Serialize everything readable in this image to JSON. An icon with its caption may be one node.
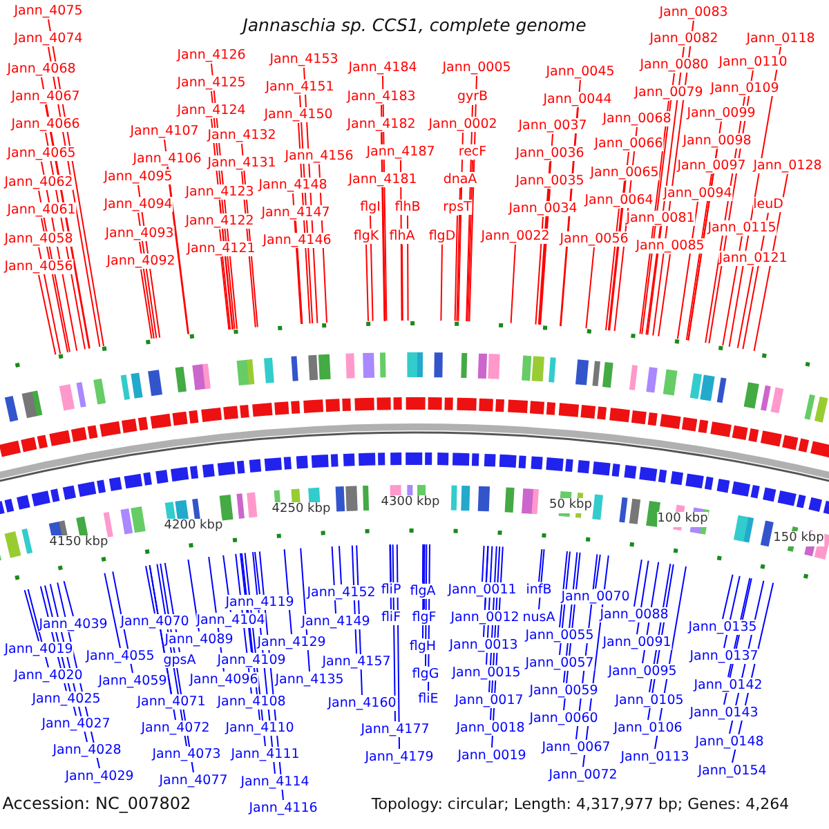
{
  "diagram": {
    "title": "Jannaschia sp. CCS1, complete genome",
    "nodes": [
      {
        "text": [
          "Jann_4075"
        ]
      },
      {
        "text": [
          "Jann_4074"
        ]
      },
      {
        "text": [
          "Jann_4068"
        ]
      },
      {
        "text": [
          "Jann_4067"
        ]
      },
      {
        "text": [
          "Jann_4066"
        ]
      },
      {
        "text": [
          "Jann_4065"
        ]
      },
      {
        "text": [
          "Jann_4062"
        ]
      },
      {
        "text": [
          "Jann_4061"
        ]
      },
      {
        "text": [
          "Jann_4058"
        ]
      },
      {
        "text": [
          "Jann_4056"
        ]
      },
      {
        "text": [
          "Jann_4107"
        ]
      },
      {
        "text": [
          "Jann_4106"
        ]
      },
      {
        "text": [
          "Jann_4095"
        ]
      },
      {
        "text": [
          "Jann_4094"
        ]
      },
      {
        "text": [
          "Jann_4093"
        ]
      },
      {
        "text": [
          "Jann_4092"
        ]
      },
      {
        "text": [
          "Jann_4126"
        ]
      },
      {
        "text": [
          "Jann_4125"
        ]
      },
      {
        "text": [
          "Jann_4124"
        ]
      },
      {
        "text": [
          "Jann_4132"
        ]
      },
      {
        "text": [
          "Jann_4131"
        ]
      },
      {
        "text": [
          "Jann_4123"
        ]
      },
      {
        "text": [
          "Jann_4122"
        ]
      },
      {
        "text": [
          "Jann_4121"
        ]
      },
      {
        "text": [
          "Jann_4153"
        ]
      },
      {
        "text": [
          "Jann_4151"
        ]
      },
      {
        "text": [
          "Jann_4150"
        ]
      },
      {
        "text": [
          "Jann_4156"
        ]
      },
      {
        "text": [
          "Jann_4148"
        ]
      },
      {
        "text": [
          "Jann_4147"
        ]
      },
      {
        "text": [
          "Jann_4146"
        ]
      },
      {
        "text": [
          "Jann_4184"
        ]
      },
      {
        "text": [
          "Jann_4183"
        ]
      },
      {
        "text": [
          "Jann_4182"
        ]
      },
      {
        "text": [
          "Jann_4187"
        ]
      },
      {
        "text": [
          "Jann_4181"
        ]
      },
      {
        "text": [
          "flgI"
        ]
      },
      {
        "text": [
          "flhB"
        ]
      },
      {
        "text": [
          "flgK"
        ]
      },
      {
        "text": [
          "flhA"
        ]
      },
      {
        "text": [
          "Jann_0005"
        ]
      },
      {
        "text": [
          "gyrB"
        ]
      },
      {
        "text": [
          "Jann_0002"
        ]
      },
      {
        "text": [
          "recF"
        ]
      },
      {
        "text": [
          "dnaA"
        ]
      },
      {
        "text": [
          "rpsT"
        ]
      },
      {
        "text": [
          "flgD"
        ]
      },
      {
        "text": [
          "Jann_0022"
        ]
      },
      {
        "text": [
          "Jann_0045"
        ]
      },
      {
        "text": [
          "Jann_0044"
        ]
      },
      {
        "text": [
          "Jann_0037"
        ]
      },
      {
        "text": [
          "Jann_0036"
        ]
      },
      {
        "text": [
          "Jann_0035"
        ]
      },
      {
        "text": [
          "Jann_0034"
        ]
      },
      {
        "text": [
          "Jann_0056"
        ]
      },
      {
        "text": [
          "Jann_0068"
        ]
      },
      {
        "text": [
          "Jann_0066"
        ]
      },
      {
        "text": [
          "Jann_0065"
        ]
      },
      {
        "text": [
          "Jann_0064"
        ]
      },
      {
        "text": [
          "Jann_0083"
        ]
      },
      {
        "text": [
          "Jann_0082"
        ]
      },
      {
        "text": [
          "Jann_0080"
        ]
      },
      {
        "text": [
          "Jann_0079"
        ]
      },
      {
        "text": [
          "Jann_0099"
        ]
      },
      {
        "text": [
          "Jann_0098"
        ]
      },
      {
        "text": [
          "Jann_0097"
        ]
      },
      {
        "text": [
          "Jann_0094"
        ]
      },
      {
        "text": [
          "Jann_0081"
        ]
      },
      {
        "text": [
          "Jann_0085"
        ]
      },
      {
        "text": [
          "Jann_0118"
        ]
      },
      {
        "text": [
          "Jann_0110"
        ]
      },
      {
        "text": [
          "Jann_0109"
        ]
      },
      {
        "text": [
          "Jann_0128"
        ]
      },
      {
        "text": [
          "leuD"
        ]
      },
      {
        "text": [
          "Jann_0115"
        ]
      },
      {
        "text": [
          "Jann_0121"
        ]
      },
      {
        "text": [
          "Jann_4039"
        ]
      },
      {
        "text": [
          "Jann_4019"
        ]
      },
      {
        "text": [
          "Jann_4020"
        ]
      },
      {
        "text": [
          "Jann_4025"
        ]
      },
      {
        "text": [
          "Jann_4027"
        ]
      },
      {
        "text": [
          "Jann_4028"
        ]
      },
      {
        "text": [
          "Jann_4029"
        ]
      },
      {
        "text": [
          "Jann_4070"
        ]
      },
      {
        "text": [
          "Jann_4055"
        ]
      },
      {
        "text": [
          "Jann_4059"
        ]
      },
      {
        "text": [
          "Jann_4071"
        ]
      },
      {
        "text": [
          "Jann_4072"
        ]
      },
      {
        "text": [
          "Jann_4073"
        ]
      },
      {
        "text": [
          "Jann_4077"
        ]
      },
      {
        "text": [
          "Jann_4089"
        ]
      },
      {
        "text": [
          "gpsA"
        ]
      },
      {
        "text": [
          "Jann_4096"
        ]
      },
      {
        "text": [
          "Jann_4104"
        ]
      },
      {
        "text": [
          "Jann_4119"
        ]
      },
      {
        "text": [
          "Jann_4109"
        ]
      },
      {
        "text": [
          "Jann_4108"
        ]
      },
      {
        "text": [
          "Jann_4110"
        ]
      },
      {
        "text": [
          "Jann_4111"
        ]
      },
      {
        "text": [
          "Jann_4114"
        ]
      },
      {
        "text": [
          "Jann_4116"
        ]
      },
      {
        "text": [
          "Jann_4129"
        ]
      },
      {
        "text": [
          "Jann_4135"
        ]
      },
      {
        "text": [
          "Jann_4152"
        ]
      },
      {
        "text": [
          "Jann_4149"
        ]
      },
      {
        "text": [
          "Jann_4157"
        ]
      },
      {
        "text": [
          "Jann_4160"
        ]
      },
      {
        "text": [
          "Jann_4177"
        ]
      },
      {
        "text": [
          "Jann_4179"
        ]
      },
      {
        "text": [
          "fliP"
        ]
      },
      {
        "text": [
          "flgA"
        ]
      },
      {
        "text": [
          "fliF"
        ]
      },
      {
        "text": [
          "flgF"
        ]
      },
      {
        "text": [
          "flgH"
        ]
      },
      {
        "text": [
          "flgG"
        ]
      },
      {
        "text": [
          "fliE"
        ]
      },
      {
        "text": [
          "Jann_0011"
        ]
      },
      {
        "text": [
          "Jann_0012"
        ]
      },
      {
        "text": [
          "Jann_0013"
        ]
      },
      {
        "text": [
          "Jann_0015"
        ]
      },
      {
        "text": [
          "Jann_0017"
        ]
      },
      {
        "text": [
          "Jann_0018"
        ]
      },
      {
        "text": [
          "Jann_0019"
        ]
      },
      {
        "text": [
          "infB"
        ]
      },
      {
        "text": [
          "nusA"
        ]
      },
      {
        "text": [
          "Jann_0070"
        ]
      },
      {
        "text": [
          "Jann_0055"
        ]
      },
      {
        "text": [
          "Jann_0057"
        ]
      },
      {
        "text": [
          "Jann_0059"
        ]
      },
      {
        "text": [
          "Jann_0060"
        ]
      },
      {
        "text": [
          "Jann_0067"
        ]
      },
      {
        "text": [
          "Jann_0072"
        ]
      },
      {
        "text": [
          "Jann_0088"
        ]
      },
      {
        "text": [
          "Jann_0091"
        ]
      },
      {
        "text": [
          "Jann_0095"
        ]
      },
      {
        "text": [
          "Jann_0105"
        ]
      },
      {
        "text": [
          "Jann_0106"
        ]
      },
      {
        "text": [
          "Jann_0113"
        ]
      },
      {
        "text": [
          "Jann_0135"
        ]
      },
      {
        "text": [
          "Jann_0137"
        ]
      },
      {
        "text": [
          "Jann_0142"
        ]
      },
      {
        "text": [
          "Jann_0143"
        ]
      },
      {
        "text": [
          "Jann_0148"
        ]
      },
      {
        "text": [
          "Jann_0154"
        ]
      }
    ],
    "edges": [
      {
        "from": 0,
        "to": null,
        "arrow": "none"
      },
      {
        "from": 1,
        "to": null,
        "arrow": "none"
      },
      {
        "from": 2,
        "to": null,
        "arrow": "none"
      },
      {
        "from": 3,
        "to": null,
        "arrow": "none"
      },
      {
        "from": 4,
        "to": null,
        "arrow": "none"
      },
      {
        "from": 5,
        "to": null,
        "arrow": "none"
      },
      {
        "from": 6,
        "to": null,
        "arrow": "none"
      },
      {
        "from": 7,
        "to": null,
        "arrow": "none"
      },
      {
        "from": 8,
        "to": null,
        "arrow": "none"
      },
      {
        "from": 9,
        "to": null,
        "arrow": "none"
      },
      {
        "from": 10,
        "to": null,
        "arrow": "none"
      },
      {
        "from": 11,
        "to": null,
        "arrow": "none"
      },
      {
        "from": 12,
        "to": null,
        "arrow": "none"
      },
      {
        "from": 13,
        "to": null,
        "arrow": "none"
      },
      {
        "from": 14,
        "to": null,
        "arrow": "none"
      },
      {
        "from": 15,
        "to": null,
        "arrow": "none"
      },
      {
        "from": 16,
        "to": null,
        "arrow": "none"
      },
      {
        "from": 17,
        "to": null,
        "arrow": "none"
      },
      {
        "from": 18,
        "to": null,
        "arrow": "none"
      },
      {
        "from": 19,
        "to": null,
        "arrow": "none"
      },
      {
        "from": 20,
        "to": null,
        "arrow": "none"
      },
      {
        "from": 21,
        "to": null,
        "arrow": "none"
      },
      {
        "from": 22,
        "to": null,
        "arrow": "none"
      },
      {
        "from": 23,
        "to": null,
        "arrow": "none"
      },
      {
        "from": 24,
        "to": null,
        "arrow": "none"
      },
      {
        "from": 25,
        "to": null,
        "arrow": "none"
      },
      {
        "from": 26,
        "to": null,
        "arrow": "none"
      },
      {
        "from": 27,
        "to": null,
        "arrow": "none"
      },
      {
        "from": 28,
        "to": null,
        "arrow": "none"
      },
      {
        "from": 29,
        "to": null,
        "arrow": "none"
      },
      {
        "from": 30,
        "to": null,
        "arrow": "none"
      },
      {
        "from": 31,
        "to": null,
        "arrow": "none"
      },
      {
        "from": 32,
        "to": null,
        "arrow": "none"
      },
      {
        "from": 33,
        "to": null,
        "arrow": "none"
      },
      {
        "from": 34,
        "to": null,
        "arrow": "none"
      },
      {
        "from": 35,
        "to": null,
        "arrow": "none"
      },
      {
        "from": 36,
        "to": null,
        "arrow": "none"
      },
      {
        "from": 37,
        "to": null,
        "arrow": "none"
      },
      {
        "from": 38,
        "to": null,
        "arrow": "none"
      },
      {
        "from": 39,
        "to": null,
        "arrow": "none"
      },
      {
        "from": 40,
        "to": null,
        "arrow": "none"
      },
      {
        "from": 41,
        "to": null,
        "arrow": "none"
      },
      {
        "from": 42,
        "to": null,
        "arrow": "none"
      },
      {
        "from": 43,
        "to": null,
        "arrow": "none"
      },
      {
        "from": 44,
        "to": null,
        "arrow": "none"
      },
      {
        "from": 45,
        "to": null,
        "arrow": "none"
      },
      {
        "from": 46,
        "to": null,
        "arrow": "none"
      },
      {
        "from": 47,
        "to": null,
        "arrow": "none"
      },
      {
        "from": 48,
        "to": null,
        "arrow": "none"
      },
      {
        "from": 49,
        "to": null,
        "arrow": "none"
      },
      {
        "from": 50,
        "to": null,
        "arrow": "none"
      },
      {
        "from": 51,
        "to": null,
        "arrow": "none"
      },
      {
        "from": 52,
        "to": null,
        "arrow": "none"
      },
      {
        "from": 53,
        "to": null,
        "arrow": "none"
      },
      {
        "from": 54,
        "to": null,
        "arrow": "none"
      },
      {
        "from": 55,
        "to": null,
        "arrow": "none"
      },
      {
        "from": 56,
        "to": null,
        "arrow": "none"
      },
      {
        "from": 57,
        "to": null,
        "arrow": "none"
      },
      {
        "from": 58,
        "to": null,
        "arrow": "none"
      },
      {
        "from": 59,
        "to": null,
        "arrow": "none"
      },
      {
        "from": 60,
        "to": null,
        "arrow": "none"
      },
      {
        "from": 61,
        "to": null,
        "arrow": "none"
      },
      {
        "from": 62,
        "to": null,
        "arrow": "none"
      },
      {
        "from": 63,
        "to": null,
        "arrow": "none"
      },
      {
        "from": 64,
        "to": null,
        "arrow": "none"
      },
      {
        "from": 65,
        "to": null,
        "arrow": "none"
      },
      {
        "from": 66,
        "to": null,
        "arrow": "none"
      },
      {
        "from": 67,
        "to": null,
        "arrow": "none"
      },
      {
        "from": 68,
        "to": null,
        "arrow": "none"
      },
      {
        "from": 69,
        "to": null,
        "arrow": "none"
      },
      {
        "from": 70,
        "to": null,
        "arrow": "none"
      },
      {
        "from": 71,
        "to": null,
        "arrow": "none"
      },
      {
        "from": 72,
        "to": null,
        "arrow": "none"
      },
      {
        "from": 73,
        "to": null,
        "arrow": "none"
      },
      {
        "from": 74,
        "to": null,
        "arrow": "none"
      },
      {
        "from": 75,
        "to": null,
        "arrow": "none"
      },
      {
        "from": 76,
        "to": null,
        "arrow": "none",
        "color": "#0000ff"
      },
      {
        "from": 77,
        "to": null,
        "arrow": "none",
        "color": "#0000ff"
      },
      {
        "from": 78,
        "to": null,
        "arrow": "none",
        "color": "#0000ff"
      },
      {
        "from": 79,
        "to": null,
        "arrow": "none",
        "color": "#0000ff"
      },
      {
        "from": 80,
        "to": null,
        "arrow": "none",
        "color": "#0000ff"
      },
      {
        "from": 81,
        "to": null,
        "arrow": "none",
        "color": "#0000ff"
      },
      {
        "from": 82,
        "to": null,
        "arrow": "none",
        "color": "#0000ff"
      },
      {
        "from": 83,
        "to": null,
        "arrow": "none",
        "color": "#0000ff"
      },
      {
        "from": 84,
        "to": null,
        "arrow": "none",
        "color": "#0000ff"
      },
      {
        "from": 85,
        "to": null,
        "arrow": "none",
        "color": "#0000ff"
      },
      {
        "from": 86,
        "to": null,
        "arrow": "none",
        "color": "#0000ff"
      },
      {
        "from": 87,
        "to": null,
        "arrow": "none",
        "color": "#0000ff"
      },
      {
        "from": 88,
        "to": null,
        "arrow": "none",
        "color": "#0000ff"
      },
      {
        "from": 89,
        "to": null,
        "arrow": "none",
        "color": "#0000ff"
      },
      {
        "from": 90,
        "to": null,
        "arrow": "none",
        "color": "#0000ff"
      },
      {
        "from": 91,
        "to": null,
        "arrow": "none",
        "color": "#0000ff"
      },
      {
        "from": 92,
        "to": null,
        "arrow": "none",
        "color": "#0000ff"
      },
      {
        "from": 93,
        "to": null,
        "arrow": "none",
        "color": "#0000ff"
      },
      {
        "from": 94,
        "to": null,
        "arrow": "none",
        "color": "#0000ff"
      },
      {
        "from": 95,
        "to": null,
        "arrow": "none",
        "color": "#0000ff"
      },
      {
        "from": 96,
        "to": null,
        "arrow": "none",
        "color": "#0000ff"
      },
      {
        "from": 97,
        "to": null,
        "arrow": "none",
        "color": "#0000ff"
      },
      {
        "from": 98,
        "to": null,
        "arrow": "none",
        "color": "#0000ff"
      },
      {
        "from": 99,
        "to": null,
        "arrow": "none",
        "color": "#0000ff"
      },
      {
        "from": 100,
        "to": null,
        "arrow": "none",
        "color": "#0000ff"
      },
      {
        "from": 101,
        "to": null,
        "arrow": "none",
        "color": "#0000ff"
      },
      {
        "from": 102,
        "to": null,
        "arrow": "none",
        "color": "#0000ff"
      },
      {
        "from": 103,
        "to": null,
        "arrow": "none",
        "color": "#0000ff"
      },
      {
        "from": 104,
        "to": null,
        "arrow": "none",
        "color": "#0000ff"
      },
      {
        "from": 105,
        "to": null,
        "arrow": "none",
        "color": "#0000ff"
      },
      {
        "from": 106,
        "to": null,
        "arrow": "none",
        "color": "#0000ff"
      },
      {
        "from": 107,
        "to": null,
        "arrow": "none",
        "color": "#0000ff"
      },
      {
        "from": 108,
        "to": null,
        "arrow": "none",
        "color": "#0000ff"
      },
      {
        "from": 109,
        "to": null,
        "arrow": "none",
        "color": "#0000ff"
      },
      {
        "from": 110,
        "to": null,
        "arrow": "none",
        "color": "#0000ff"
      },
      {
        "from": 111,
        "to": null,
        "arrow": "none",
        "color": "#0000ff"
      },
      {
        "from": 112,
        "to": null,
        "arrow": "none",
        "color": "#0000ff"
      },
      {
        "from": 113,
        "to": null,
        "arrow": "none",
        "color": "#0000ff"
      },
      {
        "from": 114,
        "to": null,
        "arrow": "none",
        "color": "#0000ff"
      },
      {
        "from": 115,
        "to": null,
        "arrow": "none",
        "color": "#0000ff"
      },
      {
        "from": 116,
        "to": null,
        "arrow": "none",
        "color": "#0000ff"
      },
      {
        "from": 117,
        "to": null,
        "arrow": "none",
        "color": "#0000ff"
      },
      {
        "from": 118,
        "to": null,
        "arrow": "none",
        "color": "#0000ff"
      },
      {
        "from": 119,
        "to": null,
        "arrow": "none",
        "color": "#0000ff"
      },
      {
        "from": 120,
        "to": null,
        "arrow": "none",
        "color": "#0000ff"
      },
      {
        "from": 121,
        "to": null,
        "arrow": "none",
        "color": "#0000ff"
      },
      {
        "from": 122,
        "to": null,
        "arrow": "none",
        "color": "#0000ff"
      },
      {
        "from": 123,
        "to": null,
        "arrow": "none",
        "color": "#0000ff"
      },
      {
        "from": 124,
        "to": null,
        "arrow": "none",
        "color": "#0000ff"
      },
      {
        "from": 125,
        "to": null,
        "arrow": "none",
        "color": "#0000ff"
      },
      {
        "from": 126,
        "to": null,
        "arrow": "none",
        "color": "#0000ff"
      },
      {
        "from": 127,
        "to": null,
        "arrow": "none",
        "color": "#0000ff"
      },
      {
        "from": 128,
        "to": null,
        "arrow": "none",
        "color": "#0000ff"
      },
      {
        "from": 129,
        "to": null,
        "arrow": "none",
        "color": "#0000ff"
      },
      {
        "from": 130,
        "to": null,
        "arrow": "none",
        "color": "#0000ff"
      },
      {
        "from": 131,
        "to": null,
        "arrow": "none",
        "color": "#0000ff"
      },
      {
        "from": 132,
        "to": null,
        "arrow": "none",
        "color": "#0000ff"
      },
      {
        "from": 133,
        "to": null,
        "arrow": "none",
        "color": "#0000ff"
      },
      {
        "from": 134,
        "to": null,
        "arrow": "none",
        "color": "#0000ff"
      },
      {
        "from": 135,
        "to": null,
        "arrow": "none",
        "color": "#0000ff"
      },
      {
        "from": 136,
        "to": null,
        "arrow": "none",
        "color": "#0000ff"
      },
      {
        "from": 137,
        "to": null,
        "arrow": "none",
        "color": "#0000ff"
      },
      {
        "from": 138,
        "to": null,
        "arrow": "none",
        "color": "#0000ff"
      },
      {
        "from": 139,
        "to": null,
        "arrow": "none",
        "color": "#0000ff"
      },
      {
        "from": 140,
        "to": null,
        "arrow": "none",
        "color": "#0000ff"
      },
      {
        "from": 141,
        "to": null,
        "arrow": "none",
        "color": "#0000ff"
      },
      {
        "from": 142,
        "to": null,
        "arrow": "none",
        "color": "#0000ff"
      },
      {
        "from": 143,
        "to": null,
        "arrow": "none",
        "color": "#0000ff"
      }
    ],
    "labels": [
      "4150 kbp",
      "4200 kbp",
      "4250 kbp",
      "4300 kbp",
      "50 kbp",
      "100 kbp",
      "150 kbp",
      "Accession: NC_007802",
      "Topology: circular; Length: 4,317,977 bp; Genes: 4,264"
    ]
  }
}
